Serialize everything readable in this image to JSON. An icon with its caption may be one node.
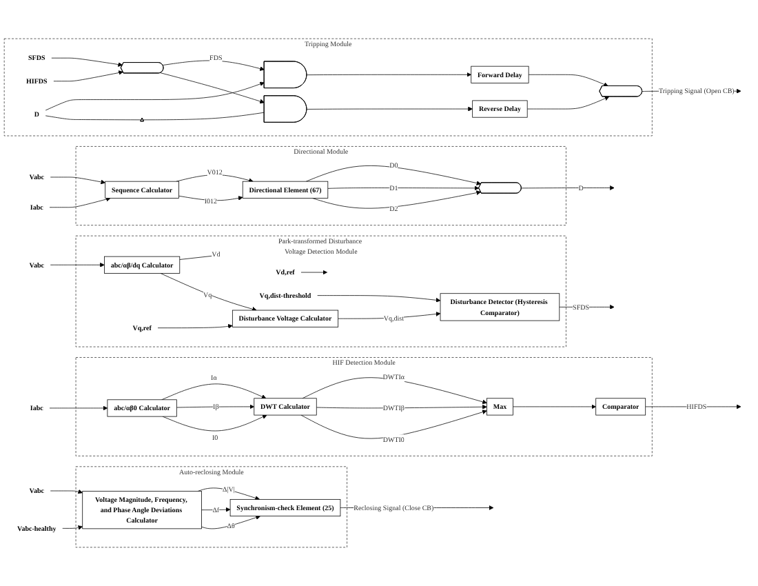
{
  "diagram": {
    "nodes": [
      {
        "text": [
          "Directional Module"
        ]
      },
      {
        "text": [
          "Vabc"
        ]
      },
      {
        "text": [
          "Iabc"
        ]
      },
      {
        "text": [
          "Sequence Calculator"
        ],
        "in": 0
      },
      {
        "text": [
          "Directional Element (67)"
        ],
        "in": 0
      },
      {
        "text": [],
        "shape": "gate",
        "in": 0
      },
      {
        "text": [
          "Park-transformed Disturbance Voltage Detection Module"
        ]
      },
      {
        "text": [
          "Vabc"
        ]
      },
      {
        "text": [
          "abc/αβ/dq Calculator"
        ],
        "in": 6
      },
      {
        "text": [
          "Disturbance Voltage Calculator"
        ],
        "in": 6
      },
      {
        "text": [
          "Disturbance Detector (Hysteresis Comparator)"
        ],
        "in": 6
      },
      {
        "text": [
          "Vd,ref"
        ],
        "in": 6
      },
      {
        "text": [
          "Vq,ref"
        ],
        "in": 6
      },
      {
        "text": [
          "Vq,dist-threshold"
        ],
        "in": 6
      },
      {
        "text": [
          "HIF Detection Module"
        ]
      },
      {
        "text": [
          "Iabc"
        ]
      },
      {
        "text": [
          "abc/αβ0 Calculator"
        ],
        "in": 14
      },
      {
        "text": [
          "DWT Calculator"
        ],
        "in": 14
      },
      {
        "text": [
          "Max"
        ],
        "in": 14
      },
      {
        "text": [
          "Comparator"
        ],
        "in": 14
      },
      {
        "text": [
          "Tripping Module"
        ]
      },
      {
        "text": [
          "SFDS"
        ],
        "in": 20
      },
      {
        "text": [
          "HIFDS"
        ],
        "in": 20
      },
      {
        "text": [],
        "shape": "gate",
        "in": 20
      },
      {
        "text": [],
        "shape": "gate",
        "in": 20
      },
      {
        "text": [
          "D"
        ],
        "in": 20
      },
      {
        "text": [],
        "shape": "triangle",
        "in": 20
      },
      {
        "text": [],
        "shape": "gate",
        "in": 20
      },
      {
        "text": [
          "Forward Delay"
        ],
        "in": 20
      },
      {
        "text": [
          "Reverse Delay"
        ],
        "in": 20
      },
      {
        "text": [],
        "shape": "gate",
        "in": 20
      },
      {
        "text": [
          "Auto-reclosing Module"
        ]
      },
      {
        "text": [
          "Vabc"
        ]
      },
      {
        "text": [
          "Vabc-healthy"
        ]
      },
      {
        "text": [
          "Voltage Magnitude, Frequency, and Phase Angle Deviations Calculator"
        ],
        "in": 31
      },
      {
        "text": [
          "Synchronism-check Element (25)"
        ],
        "in": 31
      }
    ],
    "edges": [
      {
        "from": 1,
        "to": 3,
        "arrow": "to"
      },
      {
        "from": 2,
        "to": 3,
        "arrow": "to"
      },
      {
        "from": 3,
        "to": 4,
        "label": "V012",
        "arrow": "to"
      },
      {
        "from": 3,
        "to": 4,
        "label": "I012",
        "arrow": "to"
      },
      {
        "from": 4,
        "to": 5,
        "label": "D0",
        "arrow": "to"
      },
      {
        "from": 4,
        "to": 5,
        "label": "D1",
        "arrow": "to"
      },
      {
        "from": 4,
        "to": 5,
        "label": "D2",
        "arrow": "to"
      },
      {
        "from": 5,
        "to": null,
        "label": "D",
        "arrow": "to"
      },
      {
        "from": 7,
        "to": 8,
        "arrow": "to"
      },
      {
        "from": 8,
        "to": null,
        "label": "Vd",
        "arrow": "to"
      },
      {
        "from": 8,
        "to": 9,
        "label": "Vq",
        "arrow": "to"
      },
      {
        "from": 11,
        "to": null,
        "arrow": "to"
      },
      {
        "from": 12,
        "to": 9,
        "arrow": "to"
      },
      {
        "from": 9,
        "to": 10,
        "label": "Vq,dist",
        "arrow": "to"
      },
      {
        "from": 13,
        "to": 10,
        "arrow": "to"
      },
      {
        "from": 10,
        "to": null,
        "label": "SFDS",
        "arrow": "to"
      },
      {
        "from": 15,
        "to": 16,
        "arrow": "to"
      },
      {
        "from": 16,
        "to": 17,
        "label": "Iα",
        "arrow": "to"
      },
      {
        "from": 16,
        "to": 17,
        "label": "Iβ",
        "arrow": "to"
      },
      {
        "from": 16,
        "to": 17,
        "label": "I0",
        "arrow": "to"
      },
      {
        "from": 17,
        "to": 18,
        "label": "DWTIα",
        "arrow": "to"
      },
      {
        "from": 17,
        "to": 18,
        "label": "DWTIβ",
        "arrow": "to"
      },
      {
        "from": 17,
        "to": 18,
        "label": "DWTI0",
        "arrow": "to"
      },
      {
        "from": 18,
        "to": 19,
        "arrow": "to"
      },
      {
        "from": 19,
        "to": null,
        "label": "HIFDS",
        "arrow": "to"
      },
      {
        "from": 21,
        "to": 23,
        "arrow": "to"
      },
      {
        "from": 22,
        "to": 23,
        "arrow": "to"
      },
      {
        "from": 23,
        "to": 24,
        "label": "FDS",
        "arrow": "to"
      },
      {
        "from": 23,
        "to": 27,
        "arrow": "to"
      },
      {
        "from": 25,
        "to": 24,
        "arrow": "to"
      },
      {
        "from": 25,
        "to": 26,
        "arrow": "none"
      },
      {
        "from": 26,
        "to": 27,
        "arrow": "none"
      },
      {
        "from": 24,
        "to": 28,
        "arrow": "to"
      },
      {
        "from": 27,
        "to": 29,
        "arrow": "to"
      },
      {
        "from": 28,
        "to": 30,
        "arrow": "to"
      },
      {
        "from": 29,
        "to": 30,
        "arrow": "to"
      },
      {
        "from": 30,
        "to": null,
        "label": "Tripping Signal (Open CB)",
        "arrow": "to"
      },
      {
        "from": 32,
        "to": 34,
        "arrow": "to"
      },
      {
        "from": 33,
        "to": 34,
        "arrow": "to"
      },
      {
        "from": 34,
        "to": 35,
        "label": "Δ|V|",
        "arrow": "to"
      },
      {
        "from": 34,
        "to": 35,
        "label": "Δf",
        "arrow": "to"
      },
      {
        "from": 34,
        "to": 35,
        "label": "Δθ",
        "arrow": "to"
      },
      {
        "from": 35,
        "to": null,
        "label": "Reclosing Signal (Close CB)",
        "arrow": "to"
      }
    ]
  }
}
